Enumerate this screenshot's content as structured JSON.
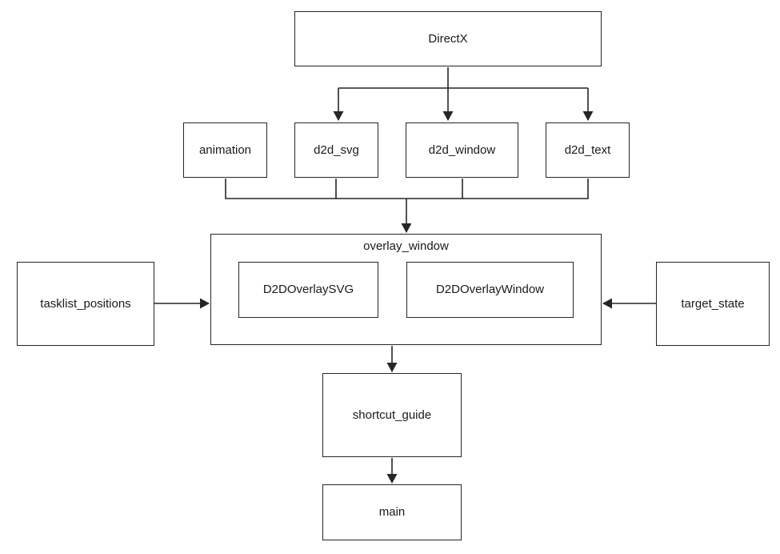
{
  "diagram": {
    "type": "dependency-flowchart",
    "background": "#ffffff",
    "colors": {
      "line": "#262626",
      "box_border": "#262626",
      "box_fill": "#ffffff",
      "text": "#1a1a1a"
    },
    "nodes": {
      "directx": {
        "label": "DirectX"
      },
      "animation": {
        "label": "animation"
      },
      "d2d_svg": {
        "label": "d2d_svg"
      },
      "d2d_window": {
        "label": "d2d_window"
      },
      "d2d_text": {
        "label": "d2d_text"
      },
      "overlay_window": {
        "label": "overlay_window"
      },
      "d2d_overlay_svg": {
        "label": "D2DOverlaySVG"
      },
      "d2d_overlay_window": {
        "label": "D2DOverlayWindow"
      },
      "tasklist_positions": {
        "label": "tasklist_positions"
      },
      "target_state": {
        "label": "target_state"
      },
      "shortcut_guide": {
        "label": "shortcut_guide"
      },
      "main": {
        "label": "main"
      }
    },
    "edges": [
      {
        "from": "DirectX",
        "to": "d2d_svg"
      },
      {
        "from": "DirectX",
        "to": "d2d_window"
      },
      {
        "from": "DirectX",
        "to": "d2d_text"
      },
      {
        "from": "animation",
        "to": "overlay_window"
      },
      {
        "from": "d2d_svg",
        "to": "overlay_window"
      },
      {
        "from": "d2d_window",
        "to": "overlay_window"
      },
      {
        "from": "d2d_text",
        "to": "overlay_window"
      },
      {
        "from": "tasklist_positions",
        "to": "overlay_window"
      },
      {
        "from": "target_state",
        "to": "overlay_window"
      },
      {
        "from": "overlay_window",
        "to": "shortcut_guide"
      },
      {
        "from": "shortcut_guide",
        "to": "main"
      }
    ]
  }
}
